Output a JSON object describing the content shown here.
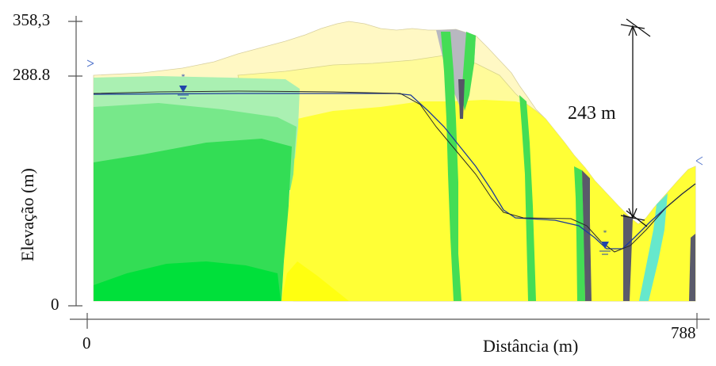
{
  "axes": {
    "x_label": "Distância (m)",
    "y_label": "Elevação (m)",
    "x_ticks": [
      "0",
      "788"
    ],
    "y_ticks": [
      "358,3",
      "288.8",
      "0"
    ]
  },
  "annotation": {
    "height_text": "243 m"
  },
  "colors": {
    "bright_green": "#00e03a",
    "green": "#33dd55",
    "light_green": "#77e88a",
    "pale_green": "#aaf0b2",
    "yellow": "#ffff36",
    "pale_yellow": "#fffb9a",
    "cream": "#fff8c4",
    "gray": "#6a6a7a",
    "cyan": "#66e8cc",
    "water_line": "#2244aa"
  },
  "icons": [
    "water-table-marker-icon",
    "water-table-marker-icon",
    "section-end-marker-icon",
    "section-end-marker-icon"
  ]
}
